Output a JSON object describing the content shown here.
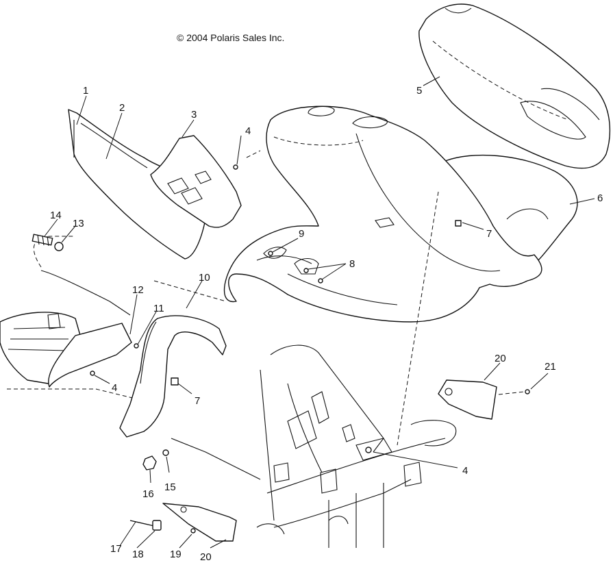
{
  "copyright": "© 2004 Polaris Sales Inc.",
  "callouts": [
    "1",
    "2",
    "3",
    "4",
    "5",
    "6",
    "7",
    "8",
    "9",
    "10",
    "11",
    "12",
    "13",
    "14",
    "4",
    "7",
    "4",
    "15",
    "16",
    "20",
    "21",
    "17",
    "18",
    "19",
    "20"
  ]
}
